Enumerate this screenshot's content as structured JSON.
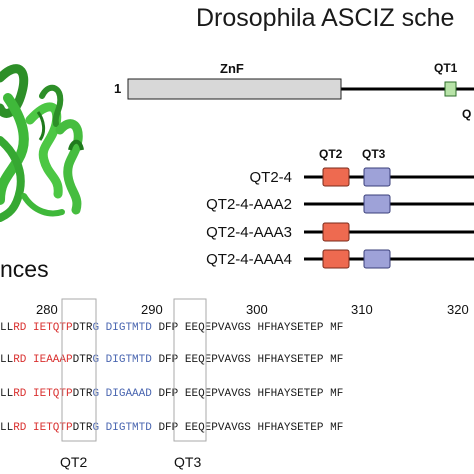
{
  "title": "Drosophila ASCIZ sche",
  "section_label": "nces",
  "schema": {
    "start_number": "1",
    "znf_label": "ZnF",
    "qt1_label": "QT1",
    "qt1_partial_label": "Q",
    "qt2_label": "QT2",
    "qt3_label": "QT3"
  },
  "constructs": [
    {
      "name": "QT2-4",
      "qt2": true,
      "qt3": true
    },
    {
      "name": "QT2-4-AAA2",
      "qt2": false,
      "qt3": true
    },
    {
      "name": "QT2-4-AAA3",
      "qt2": true,
      "qt3": false
    },
    {
      "name": "QT2-4-AAA4",
      "qt2": true,
      "qt3": true
    }
  ],
  "alignment": {
    "positions": [
      "280",
      "290",
      "300",
      "310",
      "320"
    ],
    "rows": [
      {
        "lead": "LL",
        "red": "RD IETQTP",
        "mid": "DTR",
        "blue": "G DIGTMTD",
        "tail": "DFP EEQEPVAVGS HFHAYSETEP MF"
      },
      {
        "lead": "LL",
        "red": "RD IEAAAP",
        "mid": "DTR",
        "blue": "G DIGTMTD",
        "tail": "DFP EEQEPVAVGS HFHAYSETEP MF"
      },
      {
        "lead": "LL",
        "red": "RD IETQTP",
        "mid": "DTR",
        "blue": "G DIGAAAD",
        "tail": "DFP EEQEPVAVGS HFHAYSETEP MF"
      },
      {
        "lead": "LL",
        "red": "RD IETQTP",
        "mid": "DTR",
        "blue": "G DIGTMTD",
        "tail": "DFP EEQEPVAVGS HFHAYSETEP MF"
      }
    ],
    "box_labels": [
      "QT2",
      "QT3"
    ]
  },
  "colors": {
    "protein_green": "#3fb83a",
    "protein_dark": "#1f7a1c",
    "znf_fill": "#d8d8d8",
    "qt1_fill": "#b8e3a8",
    "qt2_fill": "#ee6a50",
    "qt3_fill": "#9ea2d8",
    "red_text": "#d9302f",
    "blue_text": "#4a66b0"
  }
}
